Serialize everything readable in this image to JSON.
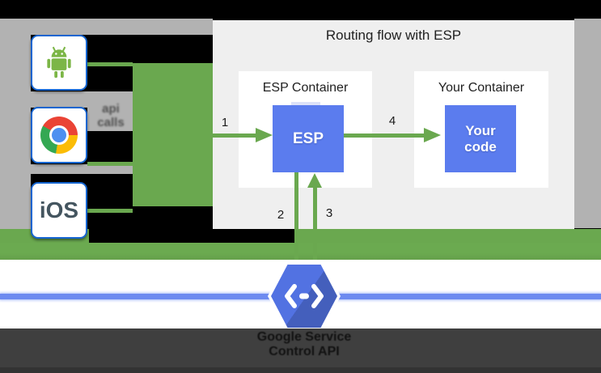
{
  "diagram": {
    "title": "Routing flow with ESP",
    "clients": {
      "android_icon": "android-robot-icon",
      "chrome_icon": "chrome-browser-icon",
      "ios_label": "iOS",
      "api_calls": {
        "line1": "api",
        "line2": "calls"
      }
    },
    "esp_container": {
      "title": "ESP Container",
      "box_label": "ESP"
    },
    "your_container": {
      "title": "Your Container",
      "box_line1": "Your",
      "box_line2": "code"
    },
    "steps": {
      "s1": "1",
      "s2": "2",
      "s3": "3",
      "s4": "4"
    },
    "service": {
      "line1": "Google Service",
      "line2": "Control API",
      "icon": "cloud-endpoints-hexagon-icon"
    },
    "colors": {
      "green": "#6aa84f",
      "box_blue": "#5b7cee",
      "hexagon_blue": "#5272e2",
      "service_line_blue": "#6d8af0",
      "panel_gray": "#efefef",
      "rail_gray": "#b2b2b2",
      "dark_bar": "#3f3f3f",
      "client_border_blue": "#1565d0"
    }
  }
}
